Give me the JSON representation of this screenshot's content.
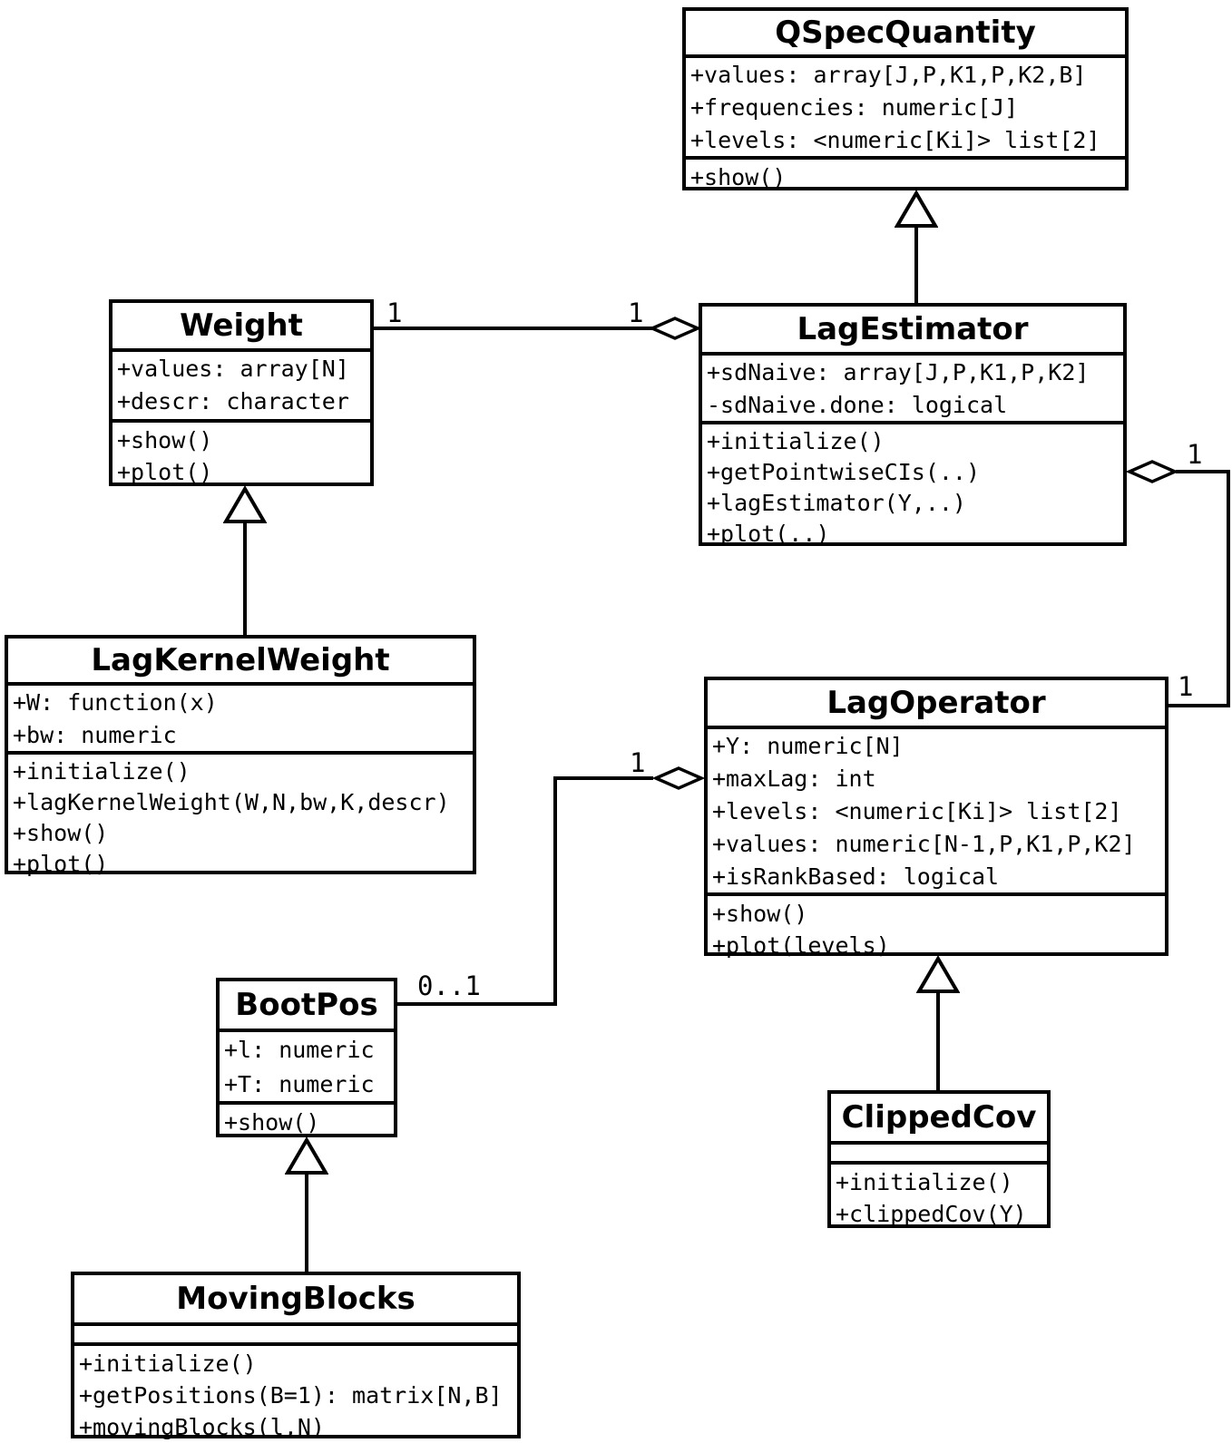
{
  "diagram": {
    "kind": "uml-class-diagram",
    "background_color": "#ffffff",
    "line_color": "#000000",
    "icons": {
      "aggregation": "open-diamond-icon",
      "inheritance": "hollow-triangle-icon"
    }
  },
  "classes": {
    "qspec": {
      "name": "QSpecQuantity",
      "attributes": [
        "+values: array[J,P,K1,P,K2,B]",
        "+frequencies: numeric[J]",
        "+levels: <numeric[Ki]> list[2]"
      ],
      "methods": [
        "+show()"
      ]
    },
    "weight": {
      "name": "Weight",
      "attributes": [
        "+values: array[N]",
        "+descr: character"
      ],
      "methods": [
        "+show()",
        "+plot()"
      ]
    },
    "lagestimator": {
      "name": "LagEstimator",
      "attributes": [
        "+sdNaive: array[J,P,K1,P,K2]",
        "-sdNaive.done: logical"
      ],
      "methods": [
        "+initialize()",
        "+getPointwiseCIs(..)",
        "+lagEstimator(Y,..)",
        "+plot(..)"
      ]
    },
    "lagkernelweight": {
      "name": "LagKernelWeight",
      "attributes": [
        "+W: function(x)",
        "+bw: numeric"
      ],
      "methods": [
        "+initialize()",
        "+lagKernelWeight(W,N,bw,K,descr)",
        "+show()",
        "+plot()"
      ]
    },
    "lagoperator": {
      "name": "LagOperator",
      "attributes": [
        "+Y: numeric[N]",
        "+maxLag: int",
        "+levels: <numeric[Ki]> list[2]",
        "+values: numeric[N-1,P,K1,P,K2]",
        "+isRankBased: logical"
      ],
      "methods": [
        "+show()",
        "+plot(levels)"
      ]
    },
    "bootpos": {
      "name": "BootPos",
      "attributes": [
        "+l: numeric",
        "+T: numeric"
      ],
      "methods": [
        "+show()"
      ]
    },
    "clippedcov": {
      "name": "ClippedCov",
      "attributes": [],
      "methods": [
        "+initialize()",
        "+clippedCov(Y)"
      ]
    },
    "movingblocks": {
      "name": "MovingBlocks",
      "attributes": [],
      "methods": [
        "+initialize()",
        "+getPositions(B=1): matrix[N,B]",
        "+movingBlocks(l,N)"
      ]
    }
  },
  "multiplicities": {
    "weight_near_weight": "1",
    "weight_near_lagestimator": "1",
    "lagop_near_lagestimator": "1",
    "lagop_near_lagoperator": "1",
    "bootpos_near_lagoperator": "1",
    "bootpos_near_bootpos": "0..1"
  }
}
